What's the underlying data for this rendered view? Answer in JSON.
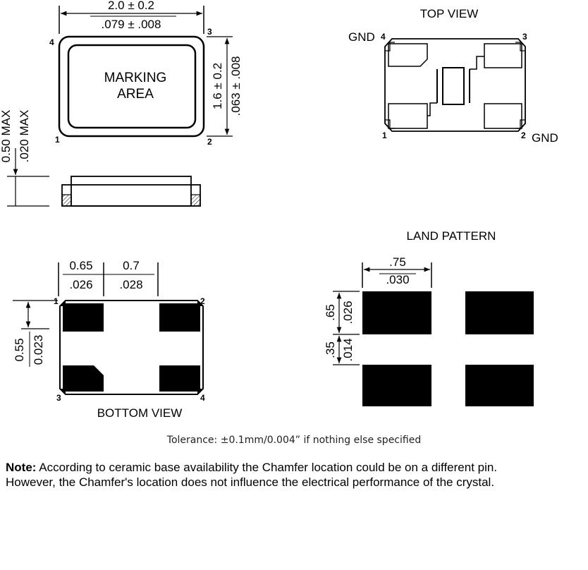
{
  "top_left": {
    "width_mm": "2.0 ± 0.2",
    "width_in": ".079 ± .008",
    "height_mm": "1.6 ± 0.2",
    "height_in": ".063 ± .008",
    "marking_line1": "MARKING",
    "marking_line2": "AREA",
    "pins": [
      "1",
      "2",
      "3",
      "4"
    ],
    "max_h_mm": "0.50 MAX",
    "max_h_in": ".020 MAX"
  },
  "top_view": {
    "title": "TOP VIEW",
    "gnd_label_top": "GND",
    "gnd_label_bottom": "GND",
    "pins": [
      "1",
      "2",
      "3",
      "4"
    ]
  },
  "bottom_view": {
    "title": "BOTTOM VIEW",
    "dim1_mm": "0.65",
    "dim1_in": ".026",
    "dim2_mm": "0.7",
    "dim2_in": ".028",
    "dim3_mm": "0.55",
    "dim3_in": "0.023",
    "pins": [
      "1",
      "2",
      "3",
      "4"
    ]
  },
  "land_pattern": {
    "title": "LAND PATTERN",
    "w_mm": ".75",
    "w_in": ".030",
    "h_mm": ".65",
    "h_in": ".026",
    "gap_mm": ".35",
    "gap_in": ".014"
  },
  "tolerance": "Tolerance: ±0.1mm/0.004” if nothing else specified",
  "note": {
    "label": "Note:",
    "line1": " According to ceramic base availability the Chamfer location could be on a different pin.",
    "line2": "However, the Chamfer's location does not influence the electrical performance of the crystal."
  }
}
